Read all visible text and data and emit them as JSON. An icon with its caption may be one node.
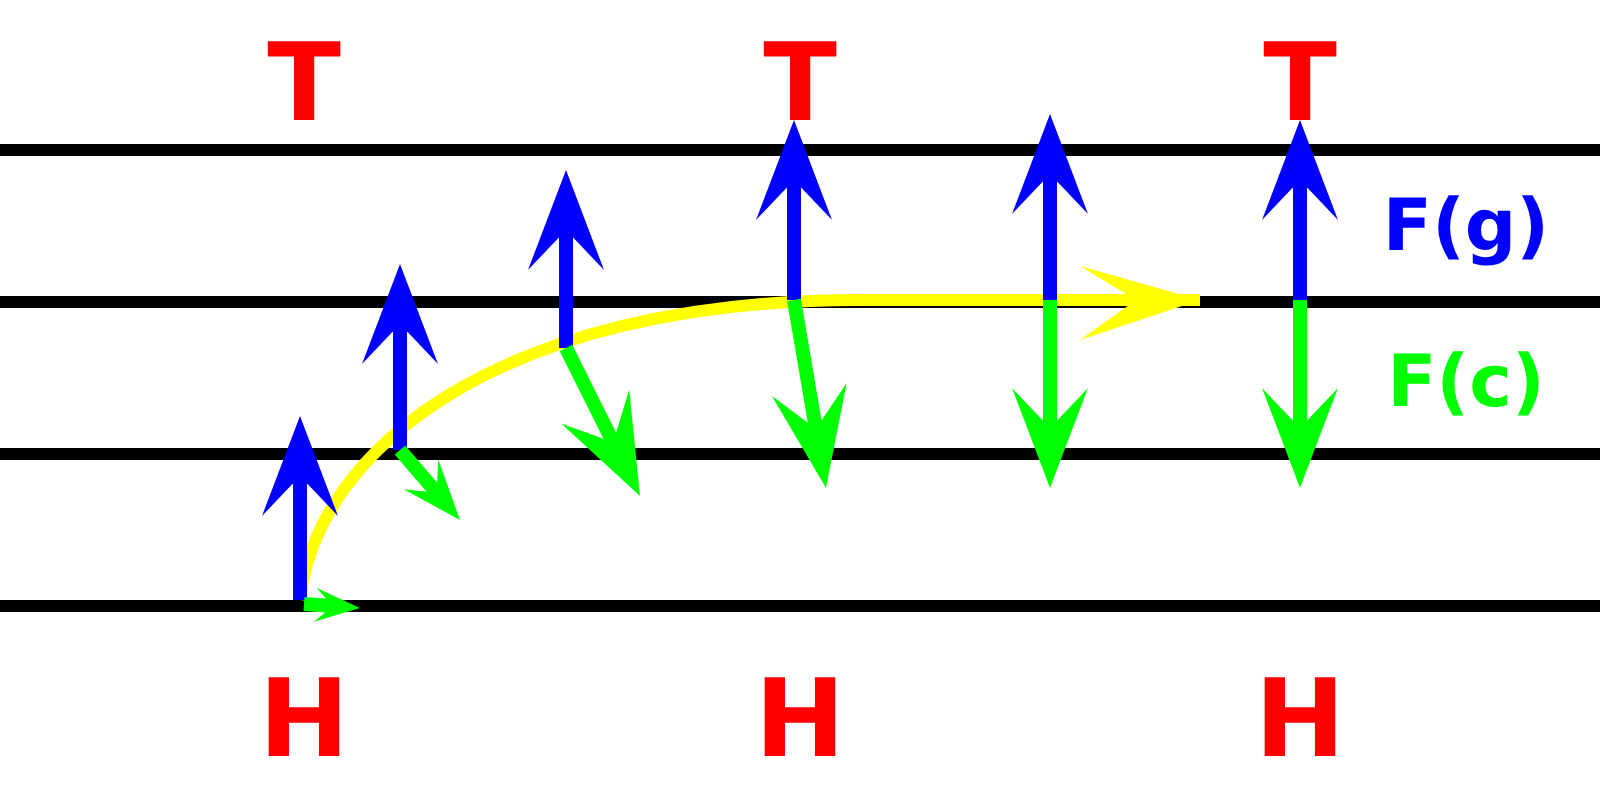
{
  "diagram": {
    "labels": [
      "T",
      "T",
      "T",
      "F(g)",
      "F(c)",
      "H",
      "H",
      "H"
    ]
  }
}
